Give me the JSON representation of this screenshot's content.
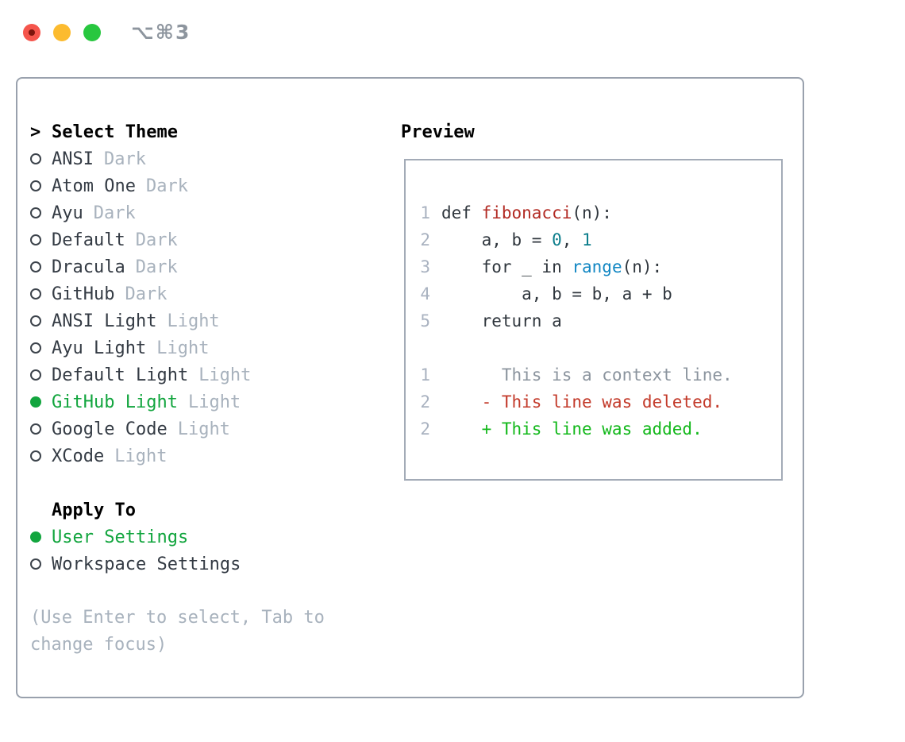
{
  "window": {
    "shortcut_label": "⌥⌘3",
    "traffic_lights": [
      {
        "name": "close"
      },
      {
        "name": "minimize"
      },
      {
        "name": "zoom"
      }
    ]
  },
  "colors": {
    "accent_green": "#12a53e",
    "ring": "#3c434b",
    "muted": "#a8b2bd",
    "line_number": "#a9b2c0",
    "syntax": {
      "default": "#2f363d",
      "function": "#b22a23",
      "number": "#0d7e8c",
      "builtin": "#1287c3",
      "context": "#8b949e",
      "deleted": "#c33a2a",
      "added": "#12b81a"
    }
  },
  "theme_picker": {
    "cursor": ">",
    "title": "Select Theme",
    "items": [
      {
        "name": "ANSI",
        "tag": "Dark",
        "selected": false
      },
      {
        "name": "Atom One",
        "tag": "Dark",
        "selected": false
      },
      {
        "name": "Ayu",
        "tag": "Dark",
        "selected": false
      },
      {
        "name": "Default",
        "tag": "Dark",
        "selected": false
      },
      {
        "name": "Dracula",
        "tag": "Dark",
        "selected": false
      },
      {
        "name": "GitHub",
        "tag": "Dark",
        "selected": false
      },
      {
        "name": "ANSI Light",
        "tag": "Light",
        "selected": false
      },
      {
        "name": "Ayu Light",
        "tag": "Light",
        "selected": false
      },
      {
        "name": "Default Light",
        "tag": "Light",
        "selected": false
      },
      {
        "name": "GitHub Light",
        "tag": "Light",
        "selected": true
      },
      {
        "name": "Google Code",
        "tag": "Light",
        "selected": false
      },
      {
        "name": "XCode",
        "tag": "Light",
        "selected": false
      }
    ]
  },
  "apply_to": {
    "title": "Apply To",
    "options": [
      {
        "label": "User Settings",
        "selected": true
      },
      {
        "label": "Workspace Settings",
        "selected": false
      }
    ]
  },
  "hint": "(Use Enter to select, Tab to change focus)",
  "preview": {
    "title": "Preview",
    "lines": [
      {
        "num": "1",
        "tokens": [
          {
            "t": "def ",
            "c": "default"
          },
          {
            "t": "fibonacci",
            "c": "function"
          },
          {
            "t": "(n):",
            "c": "default"
          }
        ]
      },
      {
        "num": "2",
        "tokens": [
          {
            "t": "    a, b = ",
            "c": "default"
          },
          {
            "t": "0",
            "c": "number"
          },
          {
            "t": ", ",
            "c": "default"
          },
          {
            "t": "1",
            "c": "number"
          }
        ]
      },
      {
        "num": "3",
        "tokens": [
          {
            "t": "    for _ in ",
            "c": "default"
          },
          {
            "t": "range",
            "c": "builtin"
          },
          {
            "t": "(n):",
            "c": "default"
          }
        ]
      },
      {
        "num": "4",
        "tokens": [
          {
            "t": "        a, b = b, a + b",
            "c": "default"
          }
        ]
      },
      {
        "num": "5",
        "tokens": [
          {
            "t": "    return a",
            "c": "default"
          }
        ]
      },
      {
        "num": "",
        "tokens": []
      },
      {
        "num": "1",
        "tokens": [
          {
            "t": "      This is a context line.",
            "c": "context"
          }
        ]
      },
      {
        "num": "2",
        "tokens": [
          {
            "t": "    - This line was deleted.",
            "c": "deleted"
          }
        ]
      },
      {
        "num": "2",
        "tokens": [
          {
            "t": "    + This line was added.",
            "c": "added"
          }
        ]
      }
    ]
  }
}
